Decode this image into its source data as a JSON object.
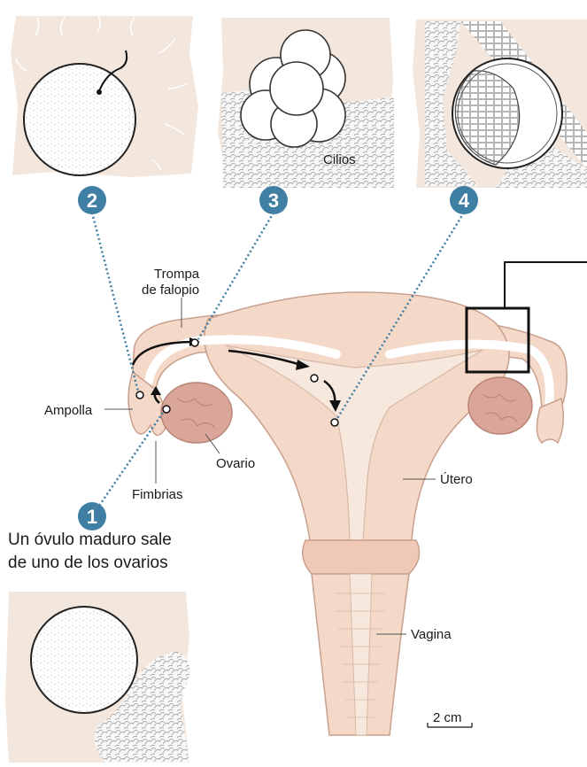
{
  "steps": [
    {
      "number": "1",
      "caption_line1": "Un óvulo maduro sale",
      "caption_line2": "de uno de los ovarios"
    },
    {
      "number": "2"
    },
    {
      "number": "3",
      "inset_label": "Cilios"
    },
    {
      "number": "4"
    }
  ],
  "labels": {
    "tube": [
      "Trompa",
      "de falopio"
    ],
    "ampulla": "Ampolla",
    "ovary": "Ovario",
    "fimbriae": "Fimbrias",
    "uterus": "Útero",
    "vagina": "Vagina",
    "scale_bar": "2 cm"
  },
  "colors": {
    "tissue": "#f4d8c8",
    "tissue_dark": "#e8b7a4",
    "ovary": "#dba69a",
    "background_patch": "#f3e6dc",
    "step_badge": "#3f7fa3",
    "leader_line": "#3f7fa3"
  }
}
